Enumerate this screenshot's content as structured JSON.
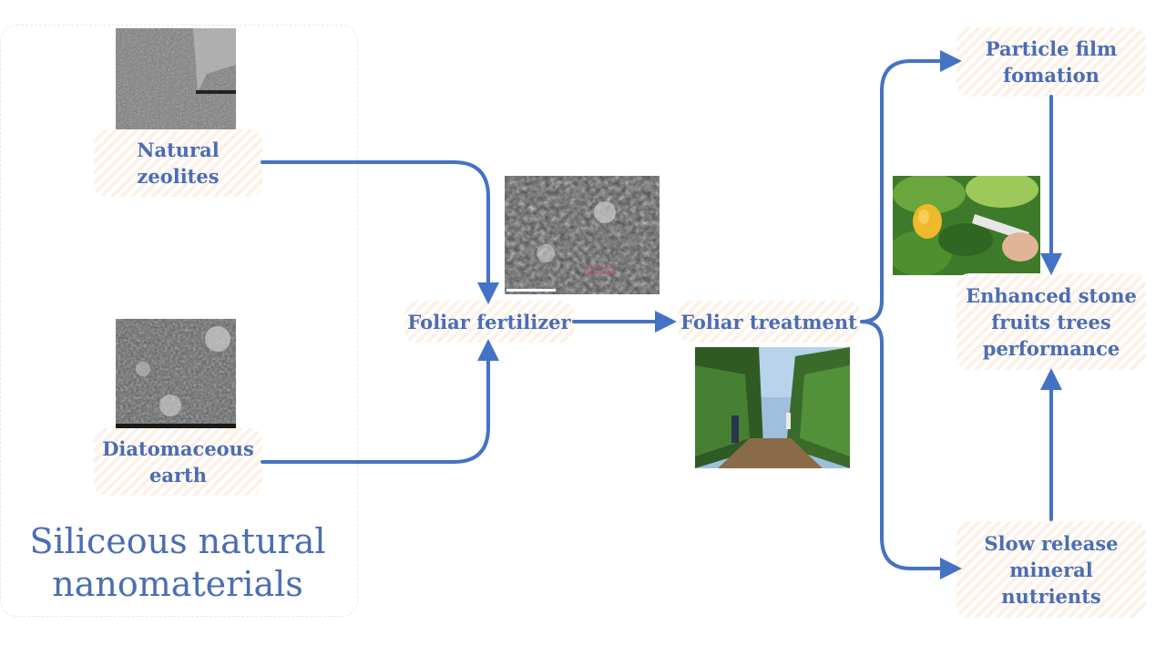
{
  "group": {
    "title": "Siliceous natural\nnanomaterials"
  },
  "nodes": {
    "natural_zeolites": "Natural\nzeolites",
    "diatomaceous_earth": "Diatomaceous\nearth",
    "foliar_fertilizer": "Foliar fertilizer",
    "foliar_treatment": "Foliar treatment",
    "particle_film": "Particle film\nfomation",
    "enhanced": "Enhanced stone\nfruits trees\nperformance",
    "slow_release": "Slow release\nmineral\nnutrients"
  },
  "colors": {
    "text": "#4a6db4",
    "arrow": "#4472c4",
    "node_fill": "#fdf1e7"
  },
  "images": [
    "zeolite-sem-micrograph",
    "diatomaceous-earth-sem-micrograph",
    "fertilizer-sem-micrograph",
    "orchard-spraying-photo",
    "apricot-measurement-photo"
  ]
}
